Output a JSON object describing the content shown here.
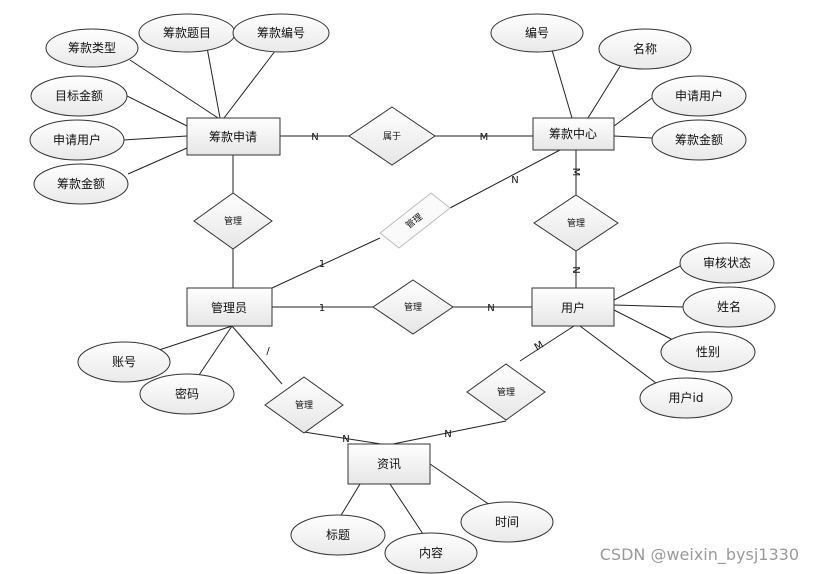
{
  "entities": {
    "chouk_apply": "筹款申请",
    "chouk_center": "筹款中心",
    "admin": "管理员",
    "user": "用户",
    "news": "资讯"
  },
  "relations": {
    "belongs": "属于",
    "manage_left": "管理",
    "manage_diag": "管理",
    "manage_right": "管理",
    "manage_mid": "管理",
    "manage_bl": "管理",
    "manage_br": "管理"
  },
  "attributes": {
    "apply_type": "筹款类型",
    "apply_title": "筹款题目",
    "apply_no": "筹款编号",
    "apply_target": "目标金额",
    "apply_user": "申请用户",
    "apply_amount": "筹款金额",
    "center_no": "编号",
    "center_name": "名称",
    "center_user": "申请用户",
    "center_amount": "筹款金额",
    "admin_account": "账号",
    "admin_pwd": "密码",
    "user_status": "审核状态",
    "user_name": "姓名",
    "user_gender": "性别",
    "user_id": "用户id",
    "news_title": "标题",
    "news_content": "内容",
    "news_time": "时间"
  },
  "cardinality": {
    "c1": "N",
    "c2": "M",
    "c3": "N",
    "c4": "M",
    "c5": "N",
    "c6": "1",
    "c7": "1",
    "c8": "N",
    "c9": "/",
    "c10": "M",
    "c11": "N",
    "c12": "N"
  },
  "watermark": "CSDN @weixin_bysj1330"
}
